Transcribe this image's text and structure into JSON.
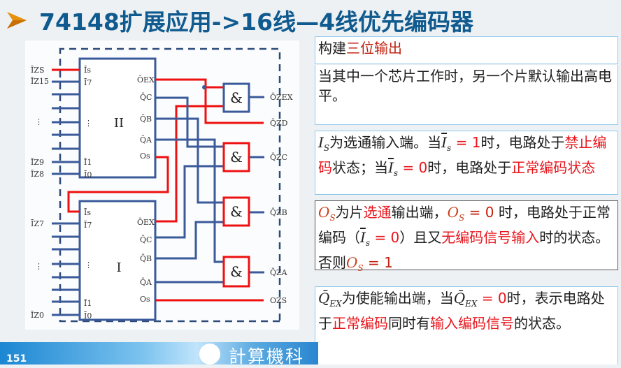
{
  "title": {
    "bullet_icon": "orange-arrow-bullet",
    "text": "74148扩展应用->16线—4线优先编码器"
  },
  "diagram": {
    "chips": [
      {
        "id": "II",
        "label": "II",
        "inputs": [
          "Īs",
          "Ī7",
          "⋮",
          "Ī1",
          "Ī0"
        ],
        "outputs": [
          "ŌEX",
          "Q̄C",
          "Q̄B",
          "Q̄A",
          "Os"
        ]
      },
      {
        "id": "I",
        "label": "I",
        "inputs": [
          "Īs",
          "Ī7",
          "⋮",
          "Ī1",
          "Ī0"
        ],
        "outputs": [
          "ŌEX",
          "Q̄C",
          "Q̄B",
          "Q̄A",
          "Os"
        ]
      }
    ],
    "left_labels": [
      "ĪZS",
      "ĪZ15",
      "⋮",
      "ĪZ9",
      "ĪZ8",
      "ĪZ7",
      "⋮",
      "ĪZ0"
    ],
    "right_labels": [
      "ŌZEX",
      "Q̄ZD",
      "Q̄ZC",
      "Q̄ZB",
      "Q̄ZA",
      "OZS"
    ],
    "gate_symbol": "&",
    "colors": {
      "wire": "#3a5a9a",
      "highlight": "#ee1111",
      "dash": "#2d4a7a"
    }
  },
  "notes": {
    "box1": {
      "pre": "构建",
      "red": "三位输出"
    },
    "box2": {
      "text": "当其中一个芯片工作时，另一个片默认输出高电平。"
    },
    "box3": {
      "var": "I",
      "sub": "S",
      "t1": "为选通输入端。当",
      "is": "I",
      "eq1": " = 1",
      "t2": "时，电路处于",
      "red1": "禁止编码",
      "t3": "状态；当",
      "eq0": " = 0",
      "t4": "时，电路处于",
      "red2": "正常编码状态"
    },
    "box4": {
      "var": "O",
      "sub": "S",
      "t1": "为片",
      "red1": "选通",
      "t2": "输出端，",
      "eq0": " = 0",
      "t3": " 时，电路处于正常编码（",
      "is": "I",
      "eqi": " = 0",
      "t4": "）且又",
      "red2": "无编码信号输入",
      "t5": "时的状态。否则",
      "eq1": " = 1"
    },
    "box5": {
      "var": "Q̄",
      "sub": "EX",
      "t1": "为使能输出端，当",
      "eq0": " = 0",
      "t2": "时，表示电路处于",
      "red1": "正常编码",
      "t3": "同时有",
      "red2": "输入编码信号",
      "t4": "的状态。"
    }
  },
  "footer": {
    "page_number": "151",
    "logo_icon": "university-logo",
    "logo_text": "計算機科"
  }
}
